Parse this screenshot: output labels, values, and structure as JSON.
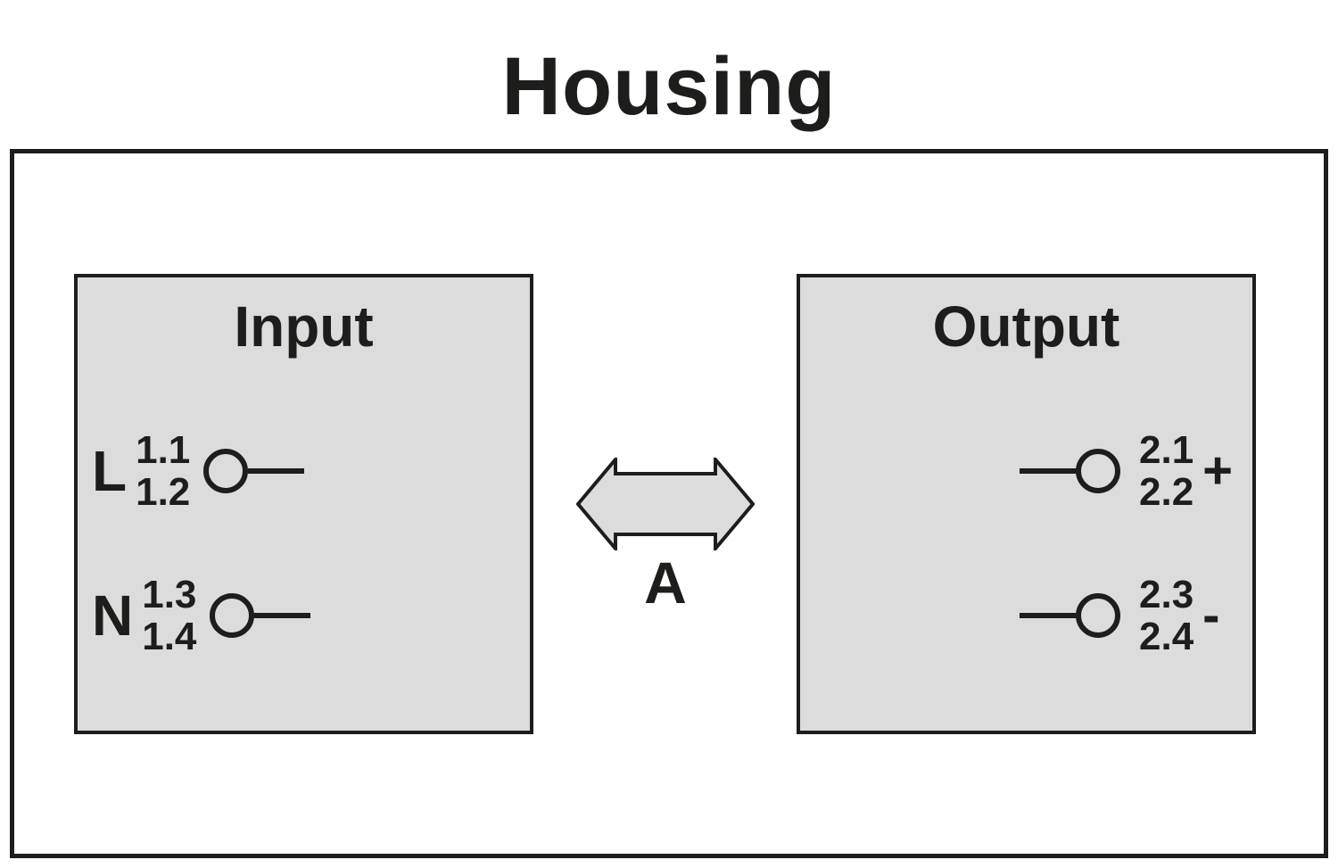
{
  "diagram": {
    "title": "Housing",
    "panels": {
      "input": {
        "label": "Input",
        "terminals": [
          {
            "name": "L",
            "top_number": "1.1",
            "bottom_number": "1.2"
          },
          {
            "name": "N",
            "top_number": "1.3",
            "bottom_number": "1.4"
          }
        ]
      },
      "output": {
        "label": "Output",
        "terminals": [
          {
            "top_number": "2.1",
            "bottom_number": "2.2",
            "polarity": "+"
          },
          {
            "top_number": "2.3",
            "bottom_number": "2.4",
            "polarity": "-"
          }
        ]
      }
    },
    "arrow": {
      "label": "A"
    },
    "colors": {
      "panel_fill": "#dcdcdc",
      "line_color": "#1d1d1b",
      "background": "#ffffff"
    }
  }
}
